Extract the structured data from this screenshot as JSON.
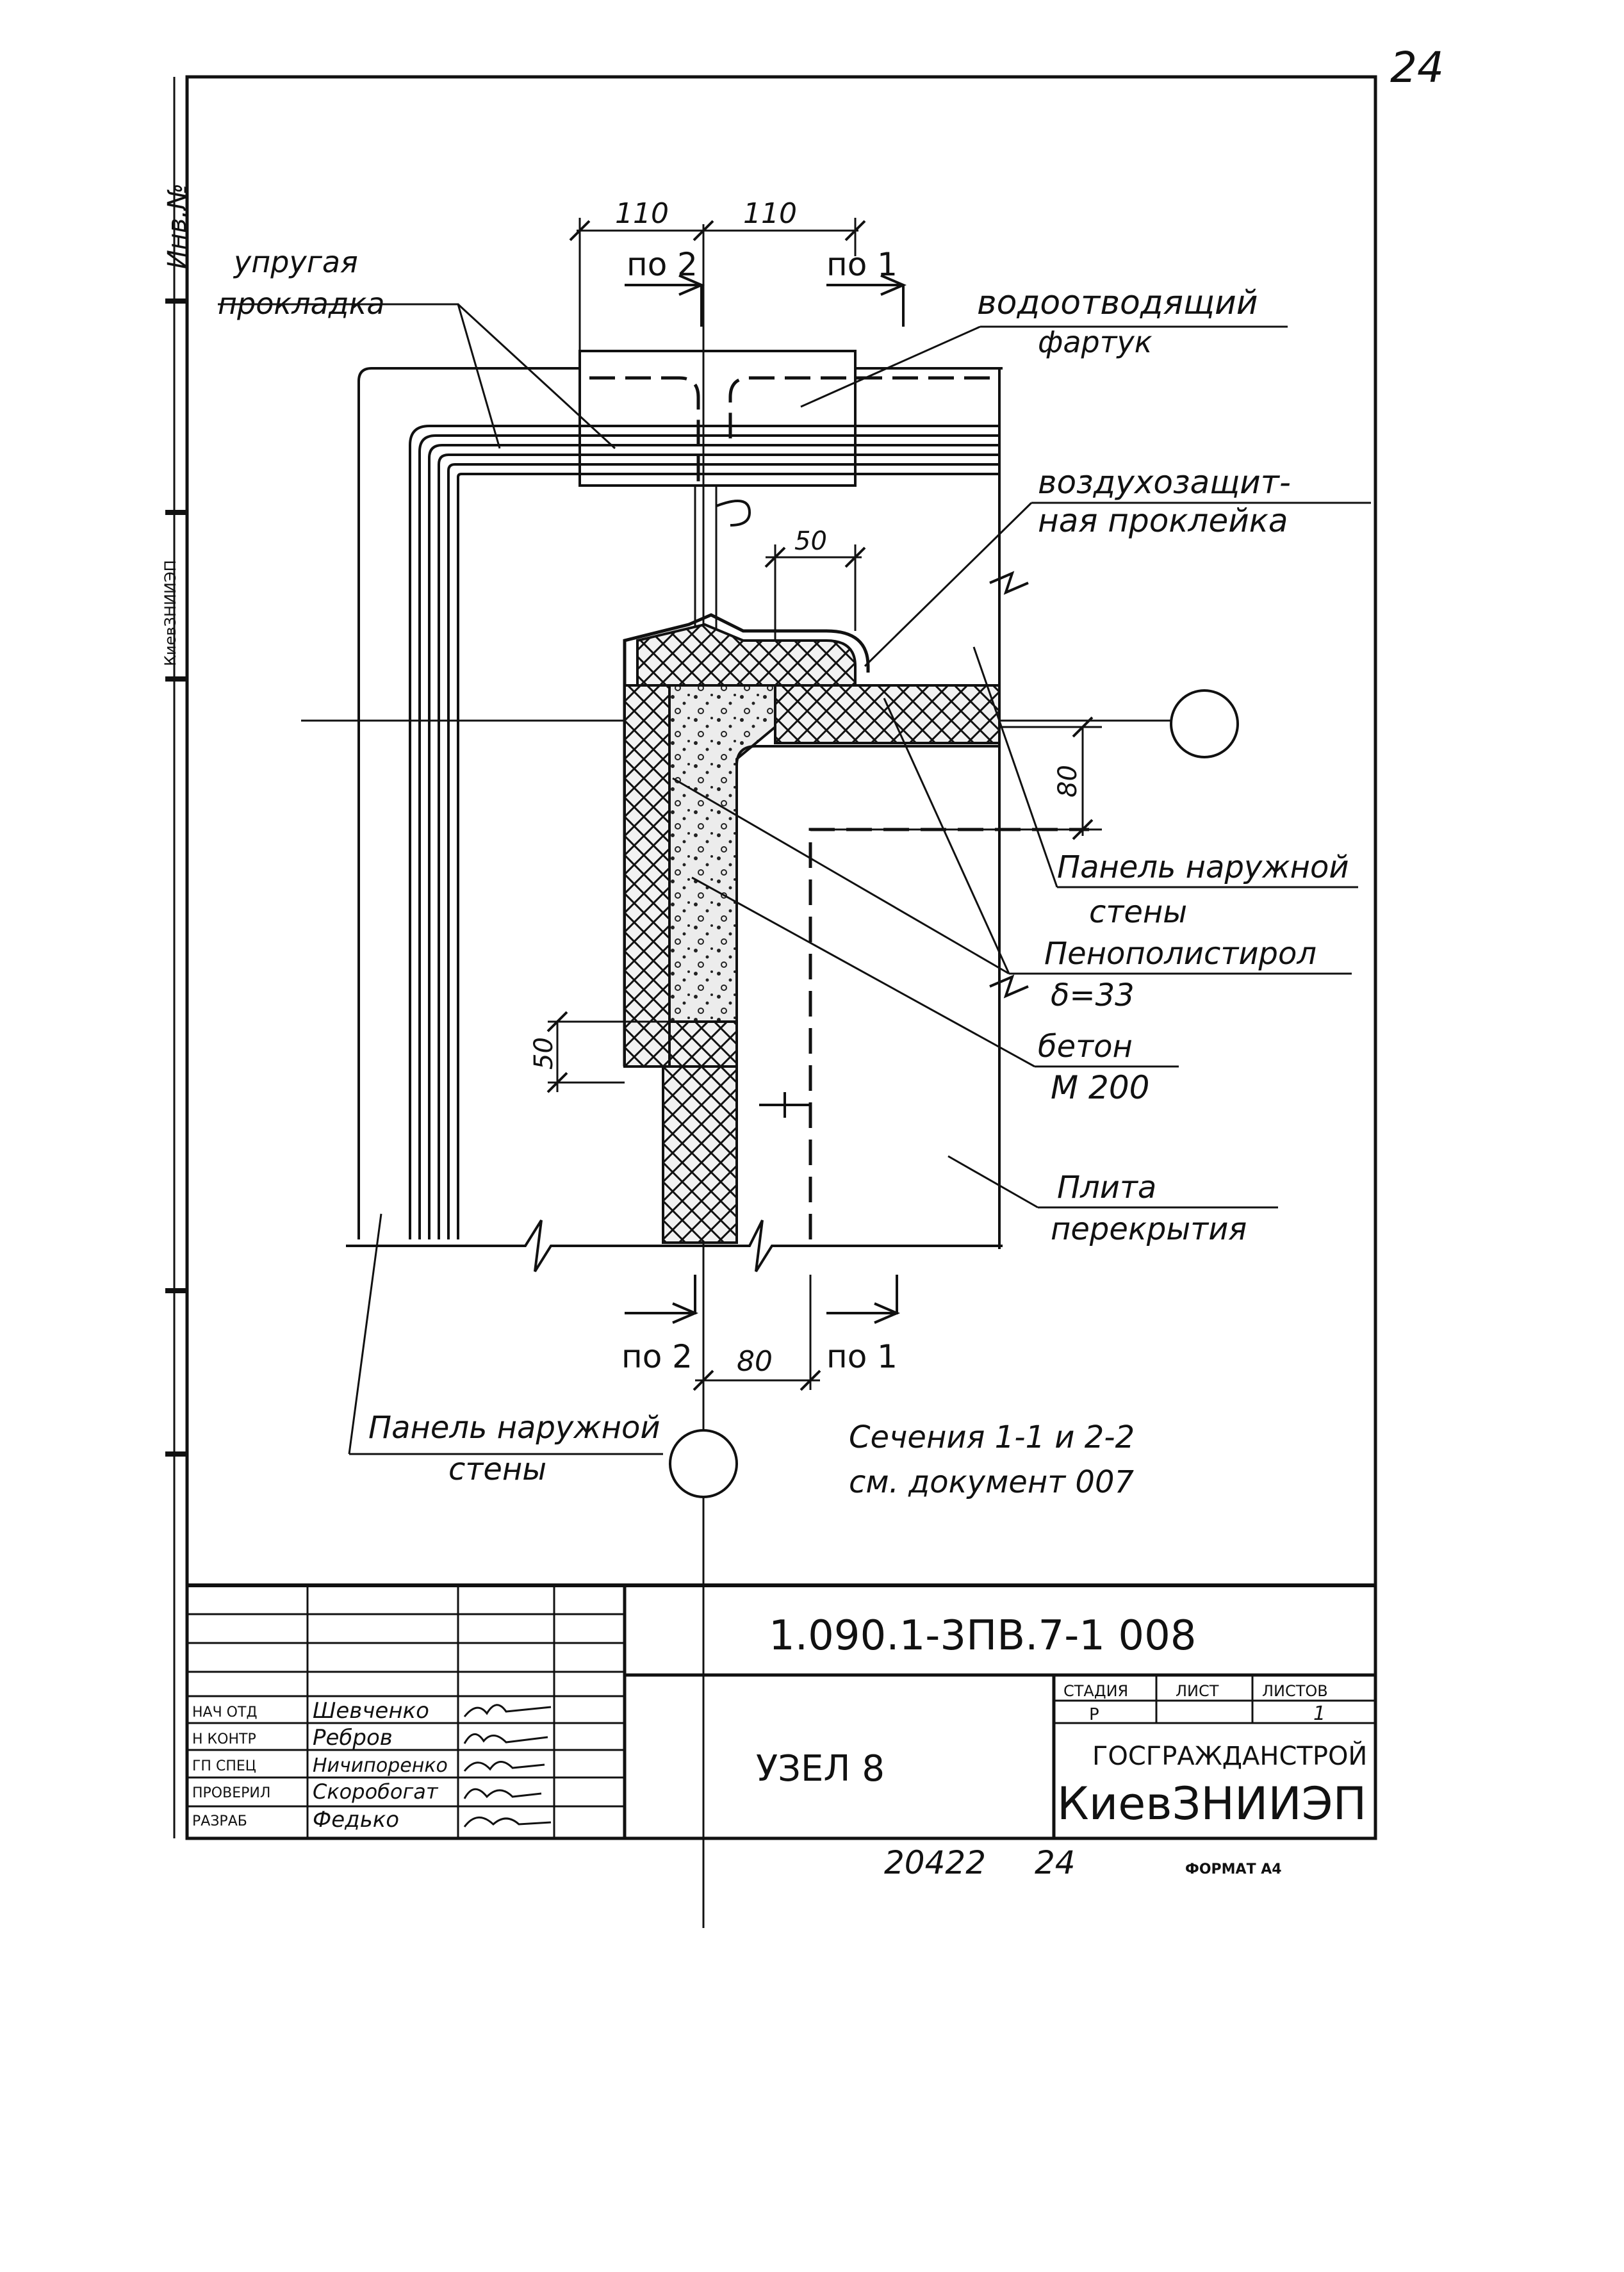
{
  "sheet": {
    "page_number": "24",
    "format_label": "ФОРМАТ А4",
    "bottom_code": "20422",
    "bottom_page": "24",
    "margin_marks": [
      "Инв.№",
      "КиевЗНИИЭП"
    ]
  },
  "drawing": {
    "dim_110_left": "110",
    "dim_110_right": "110",
    "dim_50_top": "50",
    "dim_80_right": "80",
    "dim_50_left": "50",
    "dim_80_bottom": "80",
    "section_po2_top": "по 2",
    "section_po1_top": "по 1",
    "section_po2_bottom": "по 2",
    "section_po1_bottom": "по 1"
  },
  "callouts": {
    "elastic_gasket_1": "упругая",
    "elastic_gasket_2": "прокладка",
    "drain_apron_1": "водоотводящий",
    "drain_apron_2": "фартук",
    "air_seal_1": "воздухозащит-",
    "air_seal_2": "ная проклейка",
    "panel_right_1": "Панель наружной",
    "panel_right_2": "стены",
    "foam_1": "Пенополистирол",
    "foam_2": "δ=33",
    "concrete_1": "бетон",
    "concrete_2": "М 200",
    "slab_1": "Плита",
    "slab_2": "перекрытия",
    "panel_left_1": "Панель наружной",
    "panel_left_2": "стены",
    "note_1": "Сечения 1-1 и 2-2",
    "note_2": "см. документ 007"
  },
  "title_block": {
    "doc_code": "1.090.1-3ПВ.7-1   008",
    "node_title": "УЗЕЛ 8",
    "stage_header": "СТАДИЯ",
    "sheet_header": "ЛИСТ",
    "sheets_header": "ЛИСТОВ",
    "stage_value": "Р",
    "sheet_value": "",
    "sheets_value": "1",
    "org_1": "ГОСГРАЖДАНСТРОЙ",
    "org_2": "КиевЗНИИЭП",
    "roles": [
      "НАЧ ОТД",
      "Н КОНТР",
      "ГП СПЕЦ",
      "ПРОВЕРИЛ",
      "РАЗРАБ"
    ],
    "names": [
      "Шевченко",
      "Ребров",
      "Ничипоренко",
      "Скоробогат",
      "Федько"
    ]
  }
}
